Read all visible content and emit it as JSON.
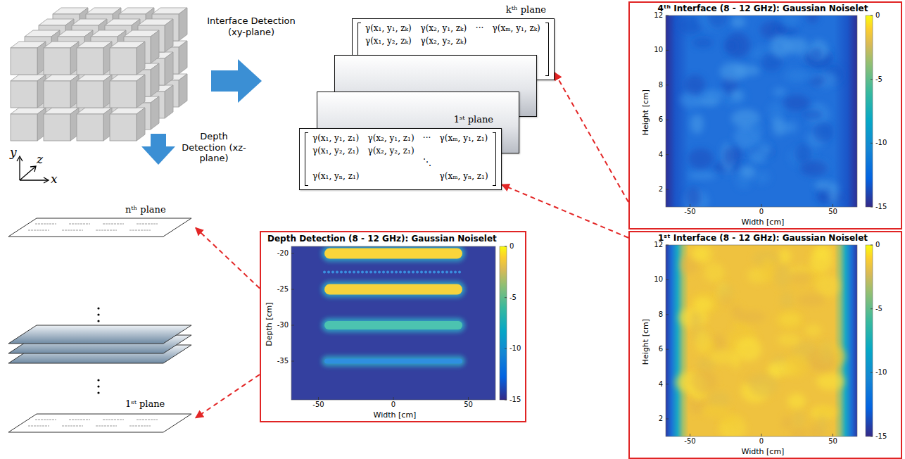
{
  "diagram": {
    "nodes": [
      {
        "text": [
          "kᵗʰ plane",
          "γ(x₁, y₁, zₖ)",
          "γ(x₂, y₁, zₖ)",
          "···",
          "γ(xₘ, y₁, zₖ)",
          "γ(x₁, y₂, zₖ)",
          "γ(x₂, y₂, zₖ)"
        ]
      },
      {
        "text": [
          "1ˢᵗ plane",
          "γ(x₁, y₁, z₁)",
          "γ(x₂, y₁, z₁)",
          "···",
          "γ(xₘ, y₁, z₁)",
          "γ(x₁, y₂, z₁)",
          "γ(x₂, y₂, z₁)",
          "⋱",
          "γ(x₁, yₙ, z₁)",
          "γ(xₘ, yₙ, z₁)"
        ]
      },
      {
        "text": [
          "4ᵗʰ Interface (8 - 12 GHz): Gaussian Noiselet",
          "Height [cm]",
          "Width [cm]"
        ]
      },
      {
        "text": [
          "Depth Detection (8 - 12 GHz): Gaussian Noiselet",
          "Depth [cm]",
          "Width [cm]"
        ]
      },
      {
        "text": [
          "1ˢᵗ Interface (8 - 12 GHz): Gaussian Noiselet",
          "Height [cm]",
          "Width [cm]"
        ]
      },
      {
        "text": [
          "nᵗʰ plane"
        ]
      },
      {
        "text": [
          "1ˢᵗ plane"
        ]
      }
    ],
    "edges": [
      {
        "from": 2,
        "to": 0,
        "arrow": "to"
      },
      {
        "from": 4,
        "to": 1,
        "arrow": "to"
      },
      {
        "from": 3,
        "to": 5,
        "arrow": "to"
      },
      {
        "from": 3,
        "to": 6,
        "arrow": "to"
      }
    ],
    "labels": [
      "Interface Detection (xy-plane)",
      "Depth Detection (xz-plane)",
      "y",
      "z",
      "x",
      "12",
      "10",
      "8",
      "6",
      "4",
      "2",
      "-50",
      "0",
      "50",
      "0",
      "-5",
      "-10",
      "-15",
      "-20",
      "-25",
      "-30",
      "-35",
      "-50",
      "0",
      "50",
      "0",
      "-5",
      "-10",
      "-15",
      "12",
      "10",
      "8",
      "6",
      "4",
      "2",
      "-50",
      "0",
      "50",
      "0",
      "-5",
      "-10",
      "-15"
    ]
  }
}
